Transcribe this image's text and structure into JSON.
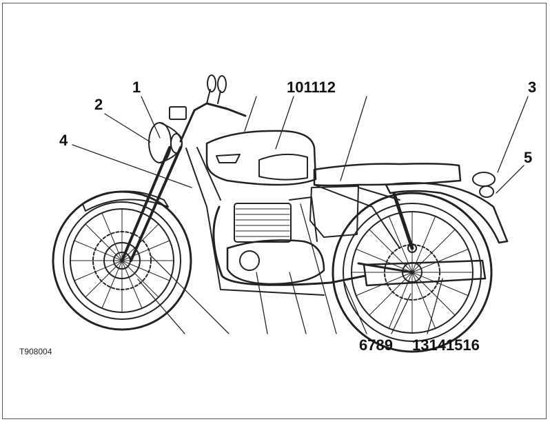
{
  "figure": {
    "ref": "T908004",
    "callouts": {
      "c1": "1",
      "c2": "2",
      "c3": "3",
      "c4": "4",
      "c5": "5",
      "c101112": "101112",
      "c6789": "6789",
      "c13141516": "13141516"
    }
  }
}
